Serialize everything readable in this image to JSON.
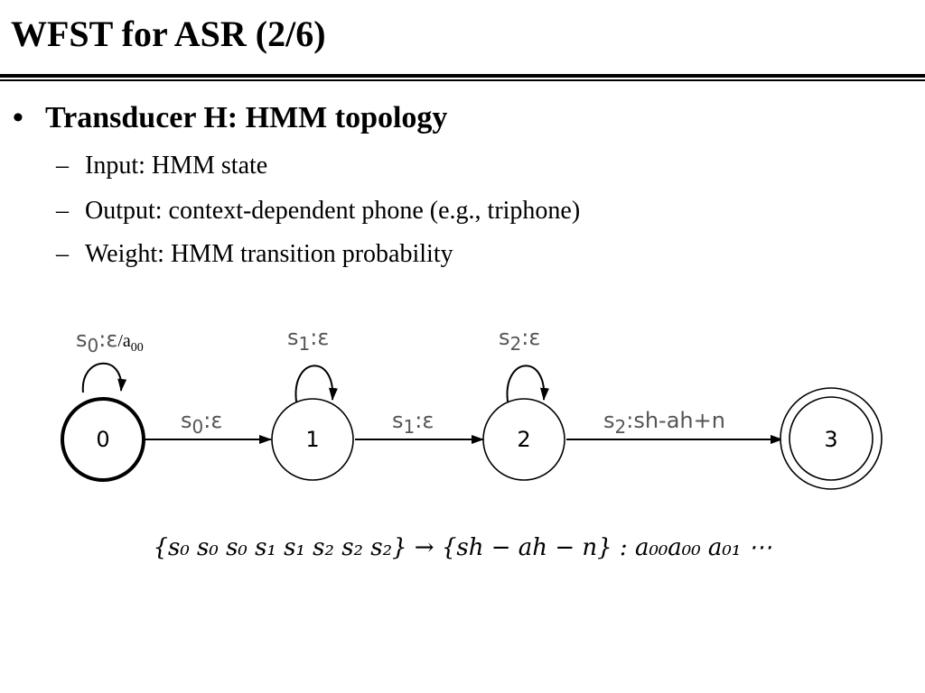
{
  "slide": {
    "title": "WFST for ASR (2/6)",
    "bullet": "Transducer H: HMM topology",
    "subs": [
      "Input: HMM state",
      "Output: context-dependent phone (e.g., triphone)",
      "Weight: HMM transition probability"
    ]
  },
  "diagram": {
    "states": [
      "0",
      "1",
      "2",
      "3"
    ],
    "arcs": {
      "self0": {
        "in": "s",
        "sub": "0",
        "out": ":ε",
        "weight": "/a",
        "weight_sub": "00"
      },
      "self1": {
        "in": "s",
        "sub": "1",
        "out": ":ε"
      },
      "self2": {
        "in": "s",
        "sub": "2",
        "out": ":ε"
      },
      "a01": {
        "in": "s",
        "sub": "0",
        "out": ":ε"
      },
      "a12": {
        "in": "s",
        "sub": "1",
        "out": ":ε"
      },
      "a23": {
        "in": "s",
        "sub": "2",
        "out": ":sh-ah+n"
      }
    }
  },
  "formula": {
    "text": "{s₀ s₀ s₀ s₁ s₁ s₂ s₂ s₂} → {sh − ah − n} : a₀₀a₀₀ a₀₁ ⋯"
  }
}
